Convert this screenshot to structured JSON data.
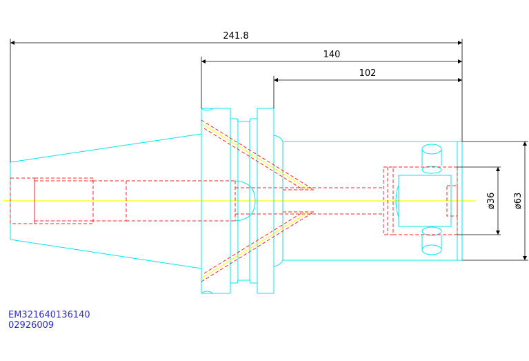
{
  "dimensions": {
    "overall_length": "241.8",
    "gauge_length": "140",
    "body_length": "102",
    "bore_diameter": "ø36",
    "outer_diameter": "ø63"
  },
  "labels": {
    "part_number": "EM321640136140",
    "drawing_number": "02926009"
  },
  "colors": {
    "outline": "#00e5f0",
    "hidden_lines": "#ff2020",
    "center_line": "#ffff00",
    "dimension": "#000000",
    "label_text": "#2a2ad8"
  }
}
